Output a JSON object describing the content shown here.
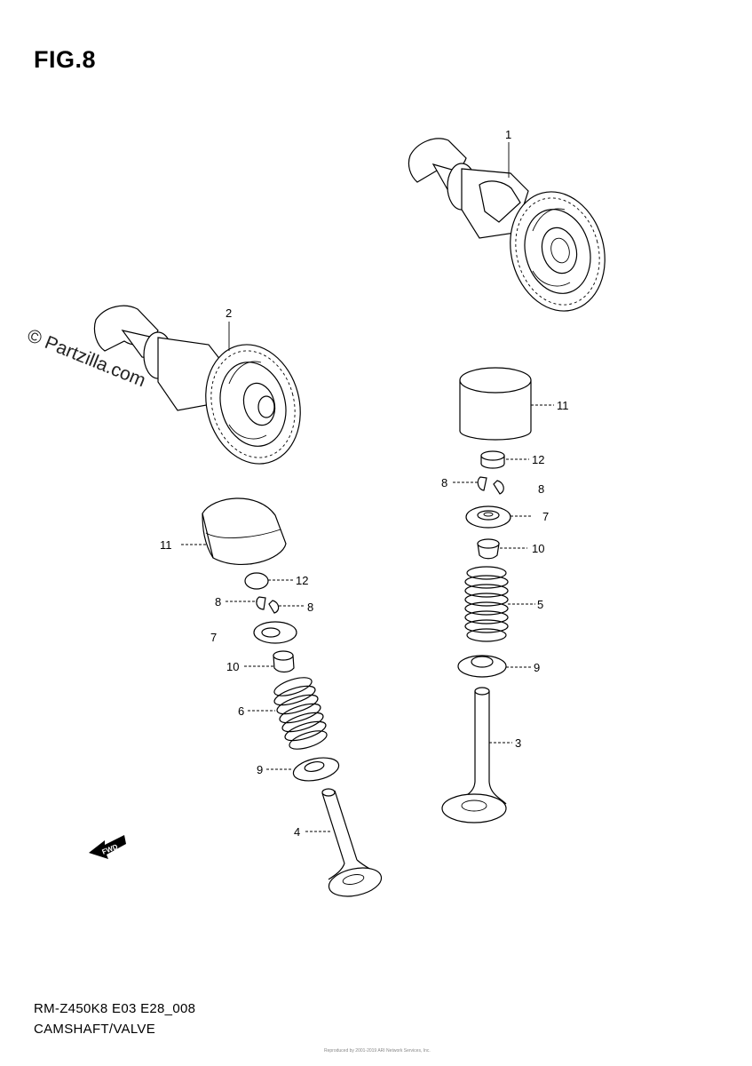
{
  "figure": {
    "title": "FIG.8"
  },
  "watermark": "© Partzilla.com",
  "footer": {
    "model_code": "RM-Z450K8 E03 E28_008",
    "section_name": "CAMSHAFT/VALVE",
    "tiny_note": "Reproduced by 2001-2019 ARI Network Services, Inc."
  },
  "callouts": {
    "p1": "1",
    "p2": "2",
    "p3": "3",
    "p4": "4",
    "p5": "5",
    "p6": "6",
    "p7a": "7",
    "p7b": "7",
    "p8a": "8",
    "p8b": "8",
    "p8c": "8",
    "p8d": "8",
    "p9a": "9",
    "p9b": "9",
    "p10a": "10",
    "p10b": "10",
    "p11a": "11",
    "p11b": "11",
    "p12a": "12",
    "p12b": "12"
  },
  "icons": {
    "front_arrow": "front-direction-arrow-icon",
    "front_arrow_text": "FWD"
  }
}
